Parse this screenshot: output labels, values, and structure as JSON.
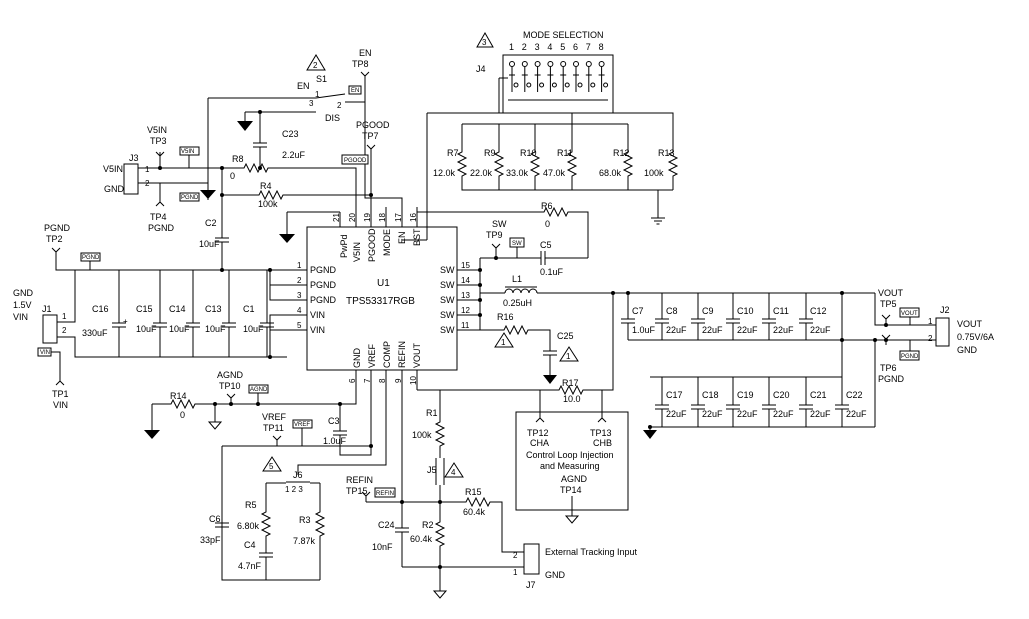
{
  "chip": {
    "ref": "U1",
    "part": "TPS53317RGB"
  },
  "pins": {
    "p21": "21",
    "p20": "20",
    "p19": "19",
    "p18": "18",
    "p17": "17",
    "p16": "16",
    "p1": "1",
    "p2": "2",
    "p3": "3",
    "p4": "4",
    "p5": "5",
    "p15": "15",
    "p14": "14",
    "p13": "13",
    "p12": "12",
    "p11": "11",
    "p6": "6",
    "p7": "7",
    "p8": "8",
    "p9": "9",
    "p10": "10",
    "n_pwpd": "PwPd",
    "n_v5in": "V5IN",
    "n_pgood": "PGOOD",
    "n_mode": "MODE",
    "n_en": "EN",
    "n_bst": "BST",
    "n_pgnd": "PGND",
    "n_vin": "VIN",
    "n_sw": "SW",
    "n_gnd": "GND",
    "n_vref": "VREF",
    "n_comp": "COMP",
    "n_refin": "REFIN",
    "n_vout": "VOUT"
  },
  "mode": {
    "title": "MODE SELECTION",
    "ref": "J4",
    "cols": [
      "1",
      "2",
      "3",
      "4",
      "5",
      "6",
      "7",
      "8"
    ],
    "badge": "3",
    "resistors": [
      {
        "ref": "R7",
        "value": "12.0k"
      },
      {
        "ref": "R9",
        "value": "22.0k"
      },
      {
        "ref": "R10",
        "value": "33.0k"
      },
      {
        "ref": "R11",
        "value": "47.0k"
      },
      {
        "ref": "R12",
        "value": "68.0k"
      },
      {
        "ref": "R13",
        "value": "100k"
      }
    ]
  },
  "switch": {
    "ref": "S1",
    "en": "EN",
    "dis": "DIS",
    "p1": "1",
    "p2": "2",
    "p3": "3",
    "badge": "2"
  },
  "testpoints": {
    "tp8": {
      "net": "EN",
      "ref": "TP8",
      "flag": "EN"
    },
    "tp7": {
      "net": "PGOOD",
      "ref": "TP7",
      "flag": "PGOOD"
    },
    "tp3": {
      "net": "V5IN",
      "ref": "TP3",
      "flag": "V5IN"
    },
    "tp4": {
      "ref": "TP4",
      "net": "PGND",
      "flag": "PGND"
    },
    "tp2": {
      "net": "PGND",
      "ref": "TP2",
      "flag": "PGND"
    },
    "tp1": {
      "ref": "TP1",
      "net": "VIN",
      "flag": "VIN"
    },
    "tp9": {
      "net": "SW",
      "ref": "TP9",
      "flag": "SW"
    },
    "tp5": {
      "net": "VOUT",
      "ref": "TP5",
      "flag": "VOUT"
    },
    "tp6": {
      "ref": "TP6",
      "net": "PGND",
      "flag": "PGND"
    },
    "tp10": {
      "net": "AGND",
      "ref": "TP10",
      "flag": "AGND"
    },
    "tp11": {
      "net": "VREF",
      "ref": "TP11",
      "flag": "VREF"
    },
    "tp15": {
      "net": "REFIN",
      "ref": "TP15",
      "flag": "REFIN"
    },
    "tp12": {
      "ref": "TP12",
      "net": "CHA"
    },
    "tp13": {
      "ref": "TP13",
      "net": "CHB"
    },
    "tp14": {
      "net": "AGND",
      "ref": "TP14"
    }
  },
  "connectors": {
    "j3": {
      "ref": "J3",
      "pin1": "V5IN",
      "pin2": "GND",
      "n1": "1",
      "n2": "2"
    },
    "j1": {
      "ref": "J1",
      "l1": "GND",
      "l2": "1.5V",
      "l3": "VIN",
      "n1": "1",
      "n2": "2"
    },
    "j2": {
      "ref": "J2",
      "l1": "VOUT",
      "l2": "0.75V/6A",
      "l3": "GND",
      "n1": "1",
      "n2": "2"
    },
    "j7": {
      "ref": "J7",
      "label": "External Tracking Input",
      "gnd": "GND",
      "n1": "1",
      "n2": "2"
    },
    "j6": {
      "ref": "J6",
      "pins": "1 2 3",
      "badge": "5"
    },
    "j5": {
      "ref": "J5",
      "badge": "4"
    }
  },
  "components": {
    "r8": {
      "ref": "R8",
      "value": "0"
    },
    "r4": {
      "ref": "R4",
      "value": "100k"
    },
    "c23": {
      "ref": "C23",
      "value": "2.2uF"
    },
    "c2": {
      "ref": "C2",
      "value": "10uF"
    },
    "r6": {
      "ref": "R6",
      "value": "0"
    },
    "c5": {
      "ref": "C5",
      "value": "0.1uF"
    },
    "l1": {
      "ref": "L1",
      "value": "0.25uH"
    },
    "r16": {
      "ref": "R16"
    },
    "c25": {
      "ref": "C25"
    },
    "r17": {
      "ref": "R17",
      "value": "10.0"
    },
    "r14": {
      "ref": "R14",
      "value": "0"
    },
    "c3": {
      "ref": "C3",
      "value": "1.0uF"
    },
    "r1": {
      "ref": "R1",
      "value": "100k"
    },
    "r15": {
      "ref": "R15",
      "value": "60.4k"
    },
    "r2": {
      "ref": "R2",
      "value": "60.4k"
    },
    "c24": {
      "ref": "C24",
      "value": "10nF"
    },
    "c6": {
      "ref": "C6",
      "value": "33pF"
    },
    "r5": {
      "ref": "R5",
      "value": "6.80k"
    },
    "c4": {
      "ref": "C4",
      "value": "4.7nF"
    },
    "r3": {
      "ref": "R3",
      "value": "7.87k"
    }
  },
  "badge1": "1",
  "input_caps": [
    {
      "ref": "C16",
      "value": "330uF"
    },
    {
      "ref": "C15",
      "value": "10uF"
    },
    {
      "ref": "C14",
      "value": "10uF"
    },
    {
      "ref": "C13",
      "value": "10uF"
    },
    {
      "ref": "C1",
      "value": "10uF"
    }
  ],
  "output_caps_top": [
    {
      "ref": "C7",
      "value": "1.0uF"
    },
    {
      "ref": "C8",
      "value": "22uF"
    },
    {
      "ref": "C9",
      "value": "22uF"
    },
    {
      "ref": "C10",
      "value": "22uF"
    },
    {
      "ref": "C11",
      "value": "22uF"
    },
    {
      "ref": "C12",
      "value": "22uF"
    }
  ],
  "output_caps_bottom": [
    {
      "ref": "C17",
      "value": "22uF"
    },
    {
      "ref": "C18",
      "value": "22uF"
    },
    {
      "ref": "C19",
      "value": "22uF"
    },
    {
      "ref": "C20",
      "value": "22uF"
    },
    {
      "ref": "C21",
      "value": "22uF"
    },
    {
      "ref": "C22",
      "value": "22uF"
    }
  ],
  "box": {
    "line1": "Control Loop Injection",
    "line2": "and Measuring",
    "agnd": "AGND"
  }
}
